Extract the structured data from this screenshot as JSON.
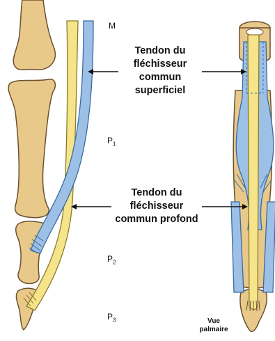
{
  "labels": {
    "m": "M",
    "p1_main": "P",
    "p1_sub": "1",
    "p2_main": "P",
    "p2_sub": "2",
    "p3_main": "P",
    "p3_sub": "3",
    "superficiel": [
      "Tendon du",
      "fléchisseur",
      "commun",
      "superficiel"
    ],
    "profond": [
      "Tendon du",
      "fléchisseur",
      "commun profond"
    ],
    "vue": [
      "Vue",
      "palmaire"
    ]
  },
  "colors": {
    "bone": "#e8c98a",
    "bone_edge": "#6b5030",
    "tendon_blue": "#9cc0e6",
    "tendon_blue_edge": "#3a6aa0",
    "tendon_yellow": "#f5e48a",
    "tendon_yellow_edge": "#8a7a2a"
  }
}
